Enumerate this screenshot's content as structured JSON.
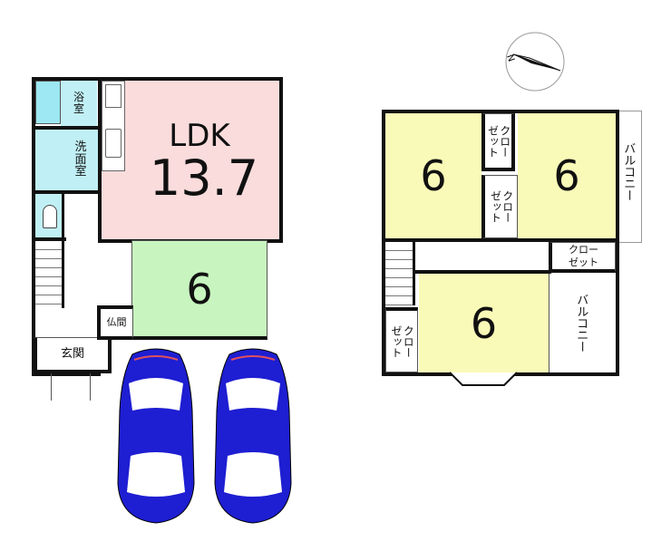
{
  "floor1": {
    "ldk": {
      "label": "LDK",
      "size": "13.7"
    },
    "bath": "浴\n室",
    "washroom": "洗\n面\n室",
    "japanese_room": {
      "size": "6"
    },
    "butsuma": "仏間",
    "entrance": "玄関"
  },
  "floor2": {
    "room_nw": {
      "size": "6"
    },
    "room_ne": {
      "size": "6"
    },
    "room_s": {
      "size": "6"
    },
    "closet_label": "クロー\nゼット",
    "closet_h_label": "クロー\nゼット",
    "balcony_label": "バルコニー"
  },
  "colors": {
    "ldk": "#fadcdc",
    "japanese": "#c8f5bf",
    "wet": "#c0f0f5",
    "bedroom": "#fafab8",
    "car": "#1e1ed2"
  }
}
